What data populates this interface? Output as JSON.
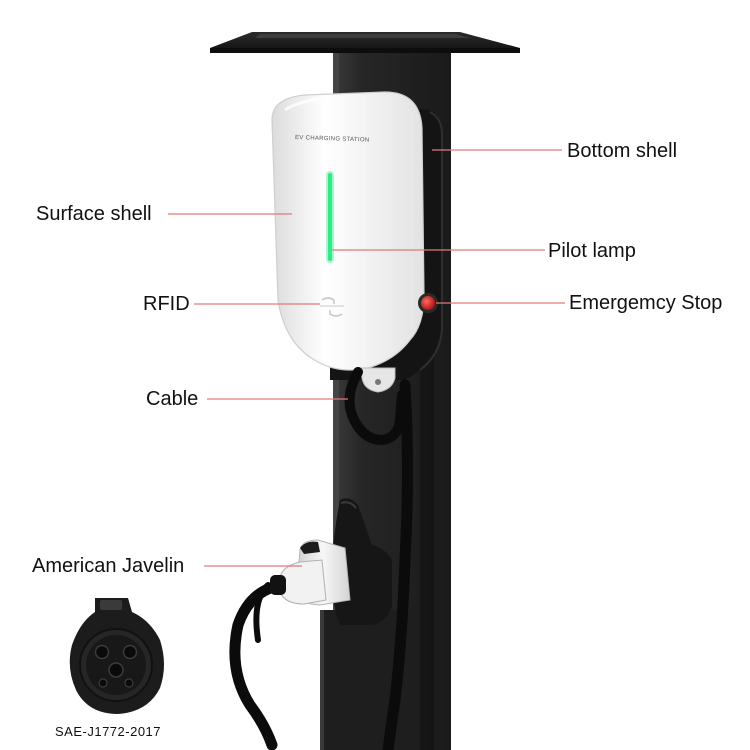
{
  "unit_print": "EV CHARGING STATION",
  "labels": {
    "bottom_shell": "Bottom shell",
    "surface_shell": "Surface shell",
    "pilot_lamp": "Pilot lamp",
    "rfid": "RFID",
    "emergency_stop": "Emergemcy Stop",
    "cable": "Cable",
    "american_javelin": "American Javelin"
  },
  "socket_caption": "SAE-J1772-2017",
  "colors": {
    "pilot_lamp": "#22e07a",
    "leader_line": "#e07a7a",
    "stop_button": "#d8262a",
    "post": "#222222",
    "shell": "#f4f4f4"
  }
}
